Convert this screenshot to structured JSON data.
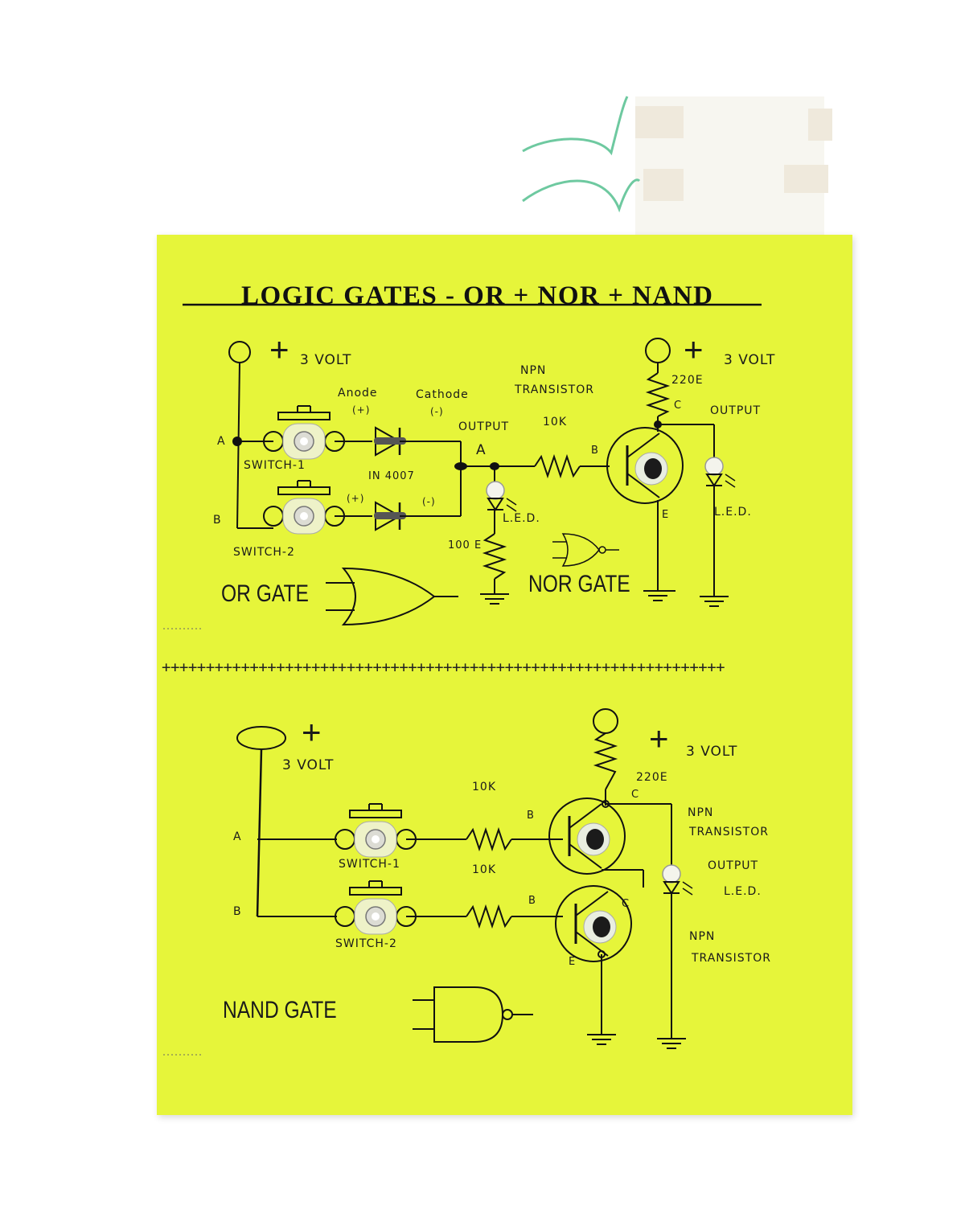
{
  "title": "LOGIC  GATES - OR + NOR + NAND",
  "divider": "++++++++++++++++++++++++++++++++++++++++++++++++++++++++++++++++",
  "plus_sign": "+",
  "or_nor": {
    "supply_left": "3 VOLT",
    "supply_right": "3 VOLT",
    "anode": "Anode",
    "cathode": "Cathode",
    "anode_sign": "(+)",
    "cathode_sign": "(-)",
    "anode_sign_2": "(+)",
    "cathode_sign_2": "(-)",
    "input_a": "A",
    "input_b": "B",
    "switch_1": "SWITCH-1",
    "switch_2": "SWITCH-2",
    "diode": "IN 4007",
    "output": "OUTPUT",
    "output_node": "A",
    "resistor_base": "10K",
    "base": "B",
    "collector": "C",
    "emitter": "E",
    "npn_line1": "NPN",
    "npn_line2": "TRANSISTOR",
    "resistor_collector": "220E",
    "output_right": "OUTPUT",
    "led_1": "L.E.D.",
    "led_2": "L.E.D.",
    "resistor_led": "100 E",
    "or_gate": "OR GATE",
    "nor_gate": "NOR GATE"
  },
  "nand": {
    "supply_left": "3 VOLT",
    "supply_right": "3 VOLT",
    "input_a": "A",
    "input_b": "B",
    "switch_1": "SWITCH-1",
    "switch_2": "SWITCH-2",
    "resistor_1": "10K",
    "resistor_2": "10K",
    "base_1": "B",
    "base_2": "B",
    "collector_1": "C",
    "collector_2": "C",
    "emitter": "E",
    "resistor_collector": "220E",
    "npn_1_line1": "NPN",
    "npn_1_line2": "TRANSISTOR",
    "npn_2_line1": "NPN",
    "npn_2_line2": "TRANSISTOR",
    "output": "OUTPUT",
    "led": "L.E.D.",
    "nand_gate": "NAND GATE"
  }
}
